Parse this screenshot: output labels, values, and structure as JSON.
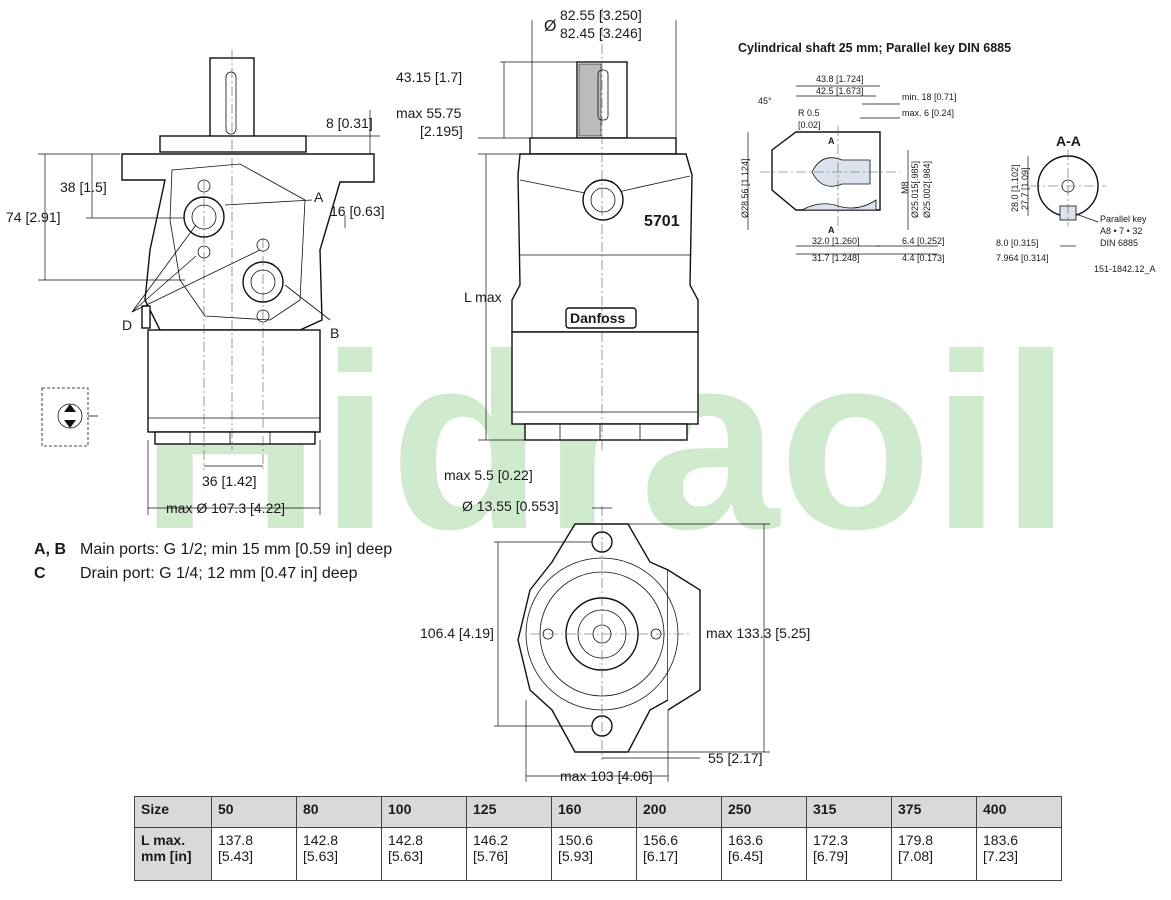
{
  "watermark": {
    "text": "Hidraoil",
    "color": "#c5e6c2"
  },
  "accent_color": "#dce3ef",
  "left_view": {
    "dim_8": "8 [0.31]",
    "dim_38": "38 [1.5]",
    "dim_74": "74 [2.91]",
    "dim_16": "16 [0.63]",
    "port_a": "A",
    "port_b": "B",
    "port_d": "D",
    "dim_36": "36 [1.42]",
    "dim_107": "max Ø 107.3 [4.22]"
  },
  "center_view": {
    "dim_dia_top": "Ø",
    "dim_8255": "82.55 [3.250]",
    "dim_8245": "82.45 [3.246]",
    "dim_4315": "43.15 [1.7]",
    "dim_5575a": "max 55.75",
    "dim_5575b": "[2.195]",
    "model": "5701",
    "brand": "Danfoss",
    "l_max": "L max",
    "dim_55": "max 5.5 [0.22]"
  },
  "bottom_view": {
    "dim_1355": "Ø 13.55 [0.553]",
    "dim_1064": "106.4 [4.19]",
    "dim_1333": "max 133.3 [5.25]",
    "dim_55": "55 [2.17]",
    "dim_103": "max 103 [4.06]"
  },
  "shaft_detail": {
    "title": "Cylindrical shaft 25 mm; Parallel key DIN 6885",
    "d438": "43.8 [1.724]",
    "d425": "42.5 [1.673]",
    "d18": "min. 18 [0.71]",
    "d6": "max. 6 [0.24]",
    "angle": "45°",
    "r05a": "R 0.5",
    "r05b": "[0.02]",
    "sec_a_top": "A",
    "sec_a_bot": "A",
    "d2856": "Ø28.56 [1.124]",
    "m8": "M8",
    "d25015": "Ø25.015[.985]",
    "d25002": "Ø25.002[.984]",
    "d320": "32.0 [1.260]",
    "d317": "31.7 [1.248]",
    "d64": "6.4 [0.252]",
    "d44": "4.4 [0.173]"
  },
  "section_detail": {
    "title": "A-A",
    "d280": "28.0 [1.102]",
    "d277": "27.7 [1.09]",
    "key_label": "Parallel key",
    "key_spec": "A8 • 7 • 32",
    "key_std": "DIN 6885",
    "d80": "8.0 [0.315]",
    "d7964": "7.964 [0.314]",
    "drawing_no": "151-1842.12_A"
  },
  "notes": [
    {
      "code": "A, B",
      "text": "Main ports: G 1/2; min 15 mm [0.59 in] deep"
    },
    {
      "code": "C",
      "text": "Drain port: G 1/4; 12 mm [0.47 in] deep"
    }
  ],
  "size_table": {
    "row1_header": "Size",
    "row2_header": "L max. mm [in]",
    "sizes": [
      "50",
      "80",
      "100",
      "125",
      "160",
      "200",
      "250",
      "315",
      "375",
      "400"
    ],
    "lmax_mm": [
      "137.8",
      "142.8",
      "142.8",
      "146.2",
      "150.6",
      "156.6",
      "163.6",
      "172.3",
      "179.8",
      "183.6"
    ],
    "lmax_in": [
      "[5.43]",
      "[5.63]",
      "[5.63]",
      "[5.76]",
      "[5.93]",
      "[6.17]",
      "[6.45]",
      "[6.79]",
      "[7.08]",
      "[7.23]"
    ]
  }
}
